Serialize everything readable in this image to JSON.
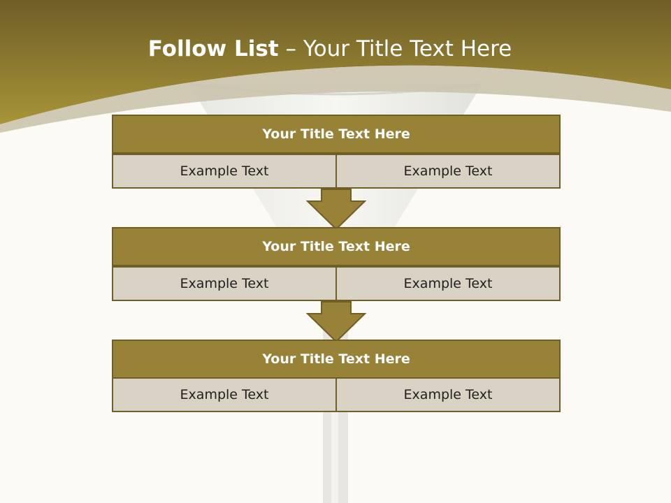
{
  "slide": {
    "title_bold": "Follow List",
    "title_rest": "– Your Title Text Here"
  },
  "steps": [
    {
      "title": "Your Title Text Here",
      "left": "Example Text",
      "right": "Example Text"
    },
    {
      "title": "Your Title Text Here",
      "left": "Example Text",
      "right": "Example Text"
    },
    {
      "title": "Your Title Text Here",
      "left": "Example Text",
      "right": "Example Text"
    }
  ],
  "colors": {
    "header_band": "#8a7630",
    "block_title": "#978238",
    "block_cell": "#d8d3c4",
    "border": "#6f5f27",
    "background": "#fbfaf5"
  }
}
